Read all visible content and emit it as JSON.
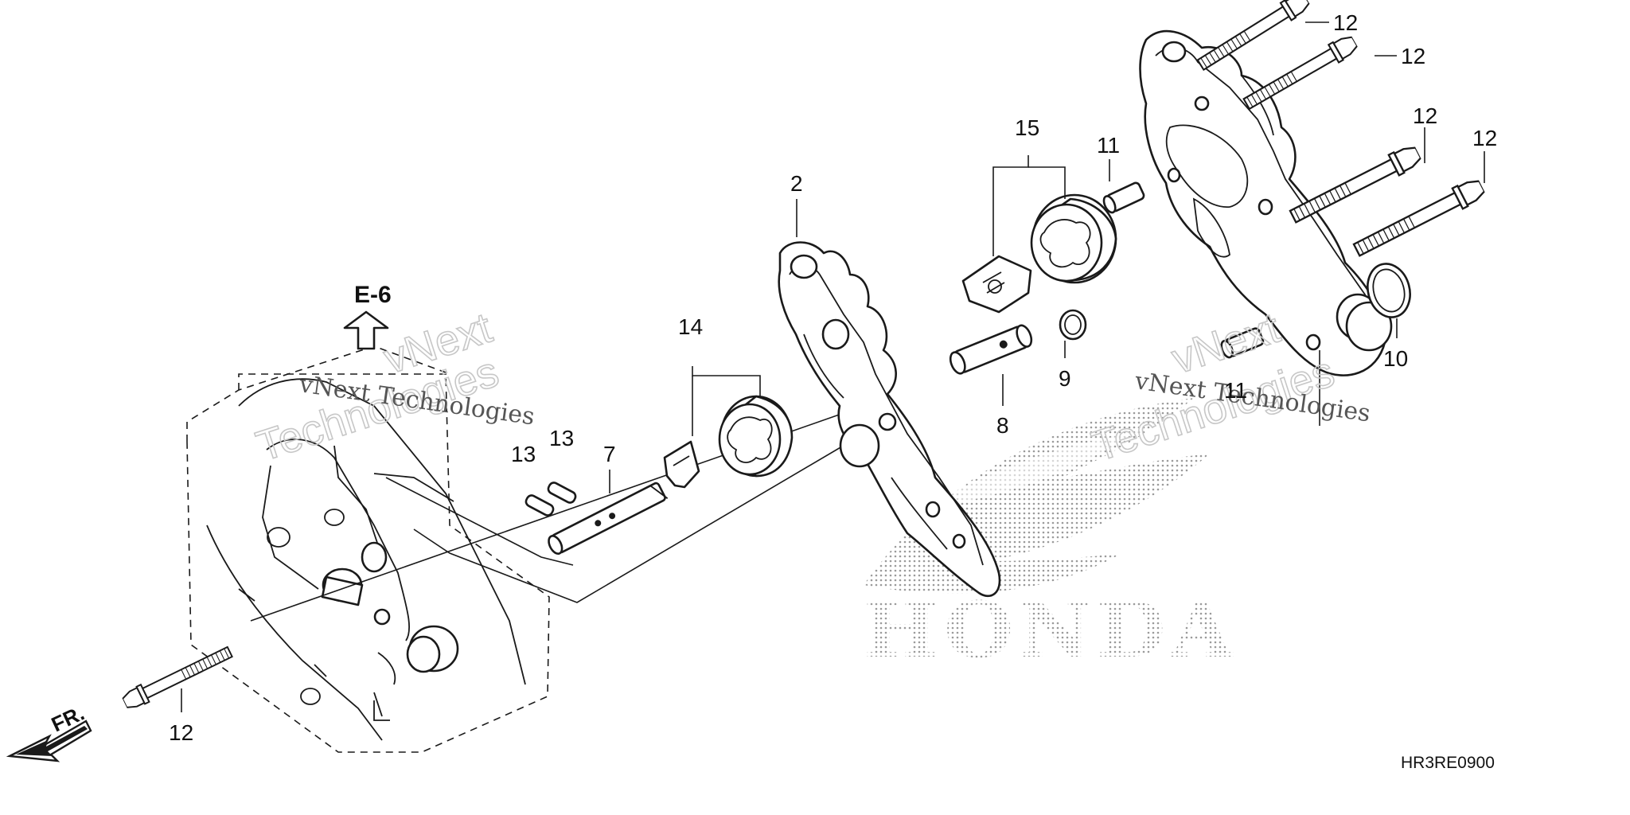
{
  "reference": "E-6",
  "direction_label": "FR.",
  "diagram_code": "HR3RE0900",
  "watermark": {
    "line": "vNext Technologies",
    "outline_a": "vNext",
    "outline_b": "Technologies"
  },
  "logo_text": "HONDA",
  "callouts": {
    "c2": "2",
    "c7": "7",
    "c8": "8",
    "c9": "9",
    "c10": "10",
    "c11a": "11",
    "c11b": "11",
    "c12a": "12",
    "c12b": "12",
    "c12c": "12",
    "c12d": "12",
    "c12e": "12",
    "c13a": "13",
    "c13b": "13",
    "c14": "14",
    "c15": "15"
  }
}
